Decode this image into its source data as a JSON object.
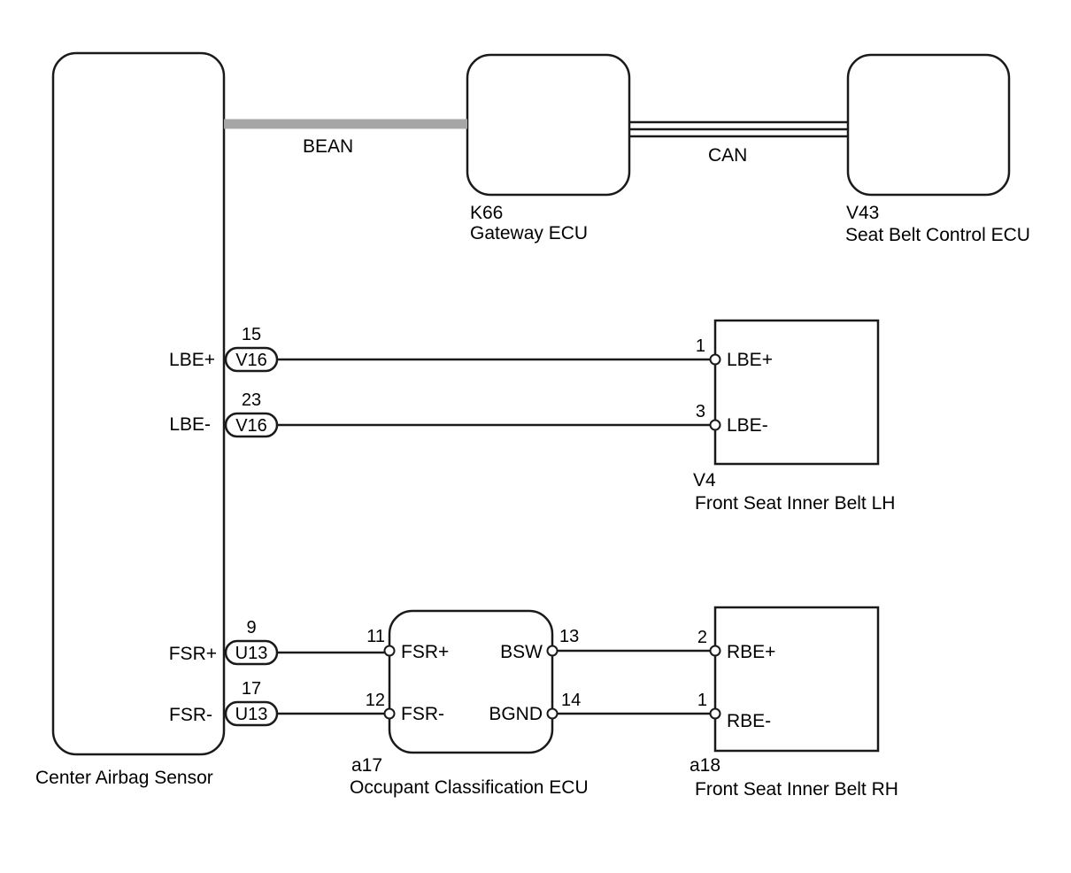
{
  "colors": {
    "line": "#1a1a1a",
    "bean_bus": "#a6a6a6",
    "background": "#ffffff"
  },
  "center_airbag_sensor": {
    "name": "Center Airbag Sensor",
    "terminals": {
      "lbe_plus": "LBE+",
      "lbe_minus": "LBE-",
      "fsr_plus": "FSR+",
      "fsr_minus": "FSR-"
    },
    "connectors": {
      "lbe_plus": {
        "id": "V16",
        "pin": "15"
      },
      "lbe_minus": {
        "id": "V16",
        "pin": "23"
      },
      "fsr_plus": {
        "id": "U13",
        "pin": "9"
      },
      "fsr_minus": {
        "id": "U13",
        "pin": "17"
      }
    }
  },
  "buses": {
    "bean": "BEAN",
    "can": "CAN"
  },
  "gateway_ecu": {
    "code": "K66",
    "name": "Gateway ECU"
  },
  "seat_belt_control_ecu": {
    "code": "V43",
    "name": "Seat Belt Control ECU"
  },
  "front_seat_inner_belt_lh": {
    "code": "V4",
    "name": "Front Seat Inner Belt LH",
    "pins": {
      "lbe_plus": {
        "num": "1",
        "label": "LBE+"
      },
      "lbe_minus": {
        "num": "3",
        "label": "LBE-"
      }
    }
  },
  "occupant_classification_ecu": {
    "code": "a17",
    "name": "Occupant Classification ECU",
    "pins": {
      "fsr_plus": {
        "num": "11",
        "label": "FSR+"
      },
      "fsr_minus": {
        "num": "12",
        "label": "FSR-"
      },
      "bsw": {
        "num": "13",
        "label": "BSW"
      },
      "bgnd": {
        "num": "14",
        "label": "BGND"
      }
    }
  },
  "front_seat_inner_belt_rh": {
    "code": "a18",
    "name": "Front Seat Inner Belt RH",
    "pins": {
      "rbe_plus": {
        "num": "2",
        "label": "RBE+"
      },
      "rbe_minus": {
        "num": "1",
        "label": "RBE-"
      }
    }
  }
}
